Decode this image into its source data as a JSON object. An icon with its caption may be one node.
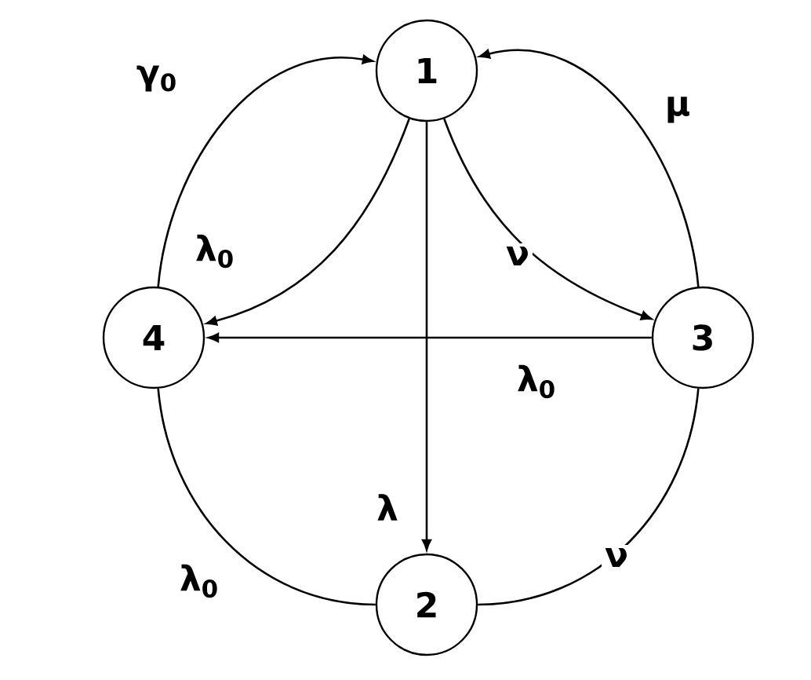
{
  "diagram": {
    "nodes": [
      {
        "text": [
          "1"
        ]
      },
      {
        "text": [
          "2"
        ]
      },
      {
        "text": [
          "3"
        ]
      },
      {
        "text": [
          "4"
        ]
      }
    ],
    "edges": [
      {
        "from": 3,
        "to": 0,
        "arrow": "to",
        "label": "γ$_{0}$"
      },
      {
        "from": 0,
        "to": 3,
        "arrow": "to",
        "label": "λ$_{0}$"
      },
      {
        "from": 0,
        "to": 2,
        "arrow": "to",
        "label": "ν"
      },
      {
        "from": 2,
        "to": 0,
        "arrow": "to",
        "label": "μ"
      },
      {
        "from": 2,
        "to": 3,
        "arrow": "to",
        "label": "λ$_{0}$"
      },
      {
        "from": 0,
        "to": 1,
        "arrow": "to",
        "label": "λ"
      },
      {
        "from": 1,
        "to": 3,
        "arrow": "none",
        "label": "λ$_{0}$"
      },
      {
        "from": 1,
        "to": 2,
        "arrow": "none",
        "label": "ν"
      }
    ]
  }
}
